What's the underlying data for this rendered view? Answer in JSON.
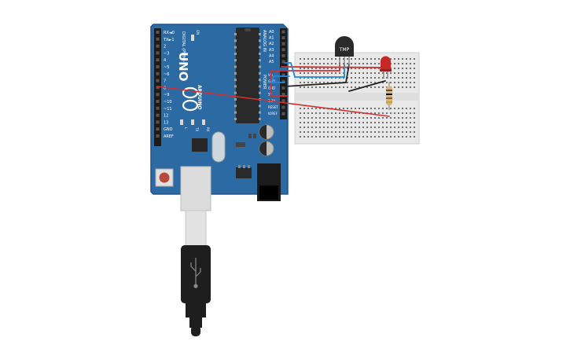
{
  "board": {
    "model": "UNO",
    "brand": "ARDUINO",
    "digital_header_label": "DIGITAL (PWM~)",
    "power_header_label": "POWER",
    "analog_header_label": "ANALOG IN",
    "on_label": "ON",
    "tx_label": "TX",
    "rx_label": "RX",
    "l_label": "L",
    "digital_pins": [
      "RX◄0",
      "TX►1",
      "2",
      "~3",
      "4",
      "~5",
      "~6",
      "7",
      "8",
      "~9",
      "~10",
      "~11",
      "12",
      "13",
      "GND",
      "AREF"
    ],
    "analog_pins": [
      "A0",
      "A1",
      "A2",
      "A3",
      "A4",
      "A5"
    ],
    "power_pins": [
      "Vin",
      "GND",
      "GND",
      "5V",
      "3.3V",
      "RESET",
      "IOREF"
    ]
  },
  "sensor": {
    "label": "TMP"
  },
  "colors": {
    "board": "#2c6aa4",
    "board_edge": "#1f5488",
    "breadboard": "#e8e8e8",
    "wire_red": "#d32f2f",
    "wire_black": "#222222",
    "wire_blue": "#1e88e5",
    "led": "#c62828",
    "usb_cable": "#1e1e1e"
  }
}
